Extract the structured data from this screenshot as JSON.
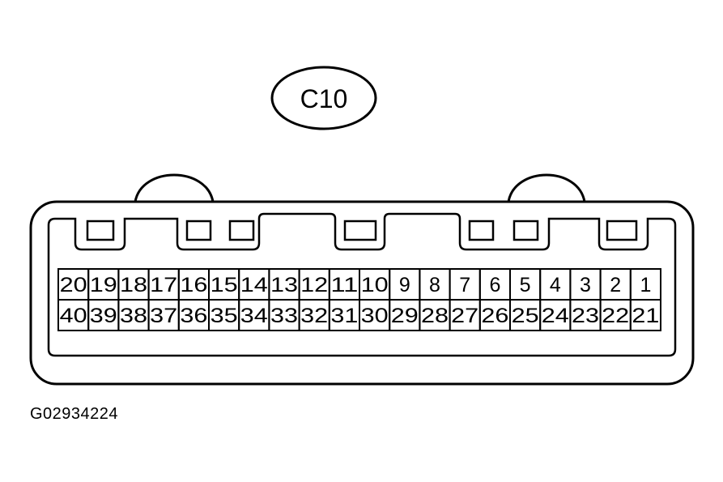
{
  "connector": {
    "label": "C10",
    "pins_top": [
      "20",
      "19",
      "18",
      "17",
      "16",
      "15",
      "14",
      "13",
      "12",
      "11",
      "10",
      "9",
      "8",
      "7",
      "6",
      "5",
      "4",
      "3",
      "2",
      "1"
    ],
    "pins_bottom": [
      "40",
      "39",
      "38",
      "37",
      "36",
      "35",
      "34",
      "33",
      "32",
      "31",
      "30",
      "29",
      "28",
      "27",
      "26",
      "25",
      "24",
      "23",
      "22",
      "21"
    ]
  },
  "figure_id": "G02934224"
}
